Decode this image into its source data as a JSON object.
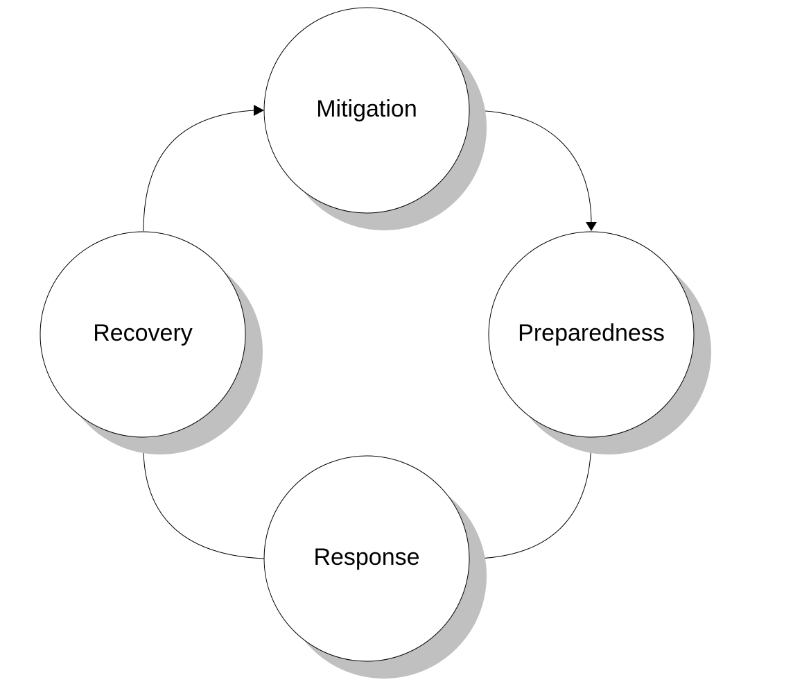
{
  "diagram": {
    "nodes": [
      {
        "id": "mitigation",
        "label": "Mitigation"
      },
      {
        "id": "preparedness",
        "label": "Preparedness"
      },
      {
        "id": "response",
        "label": "Response"
      },
      {
        "id": "recovery",
        "label": "Recovery"
      }
    ],
    "edges": [
      {
        "from": "mitigation",
        "to": "preparedness"
      },
      {
        "from": "preparedness",
        "to": "response"
      },
      {
        "from": "response",
        "to": "recovery"
      },
      {
        "from": "recovery",
        "to": "mitigation"
      }
    ],
    "colors": {
      "background": "#ffffff",
      "circle_fill": "#ffffff",
      "shadow": "#c0c0c0",
      "stroke": "#000000",
      "text": "#000000"
    }
  }
}
